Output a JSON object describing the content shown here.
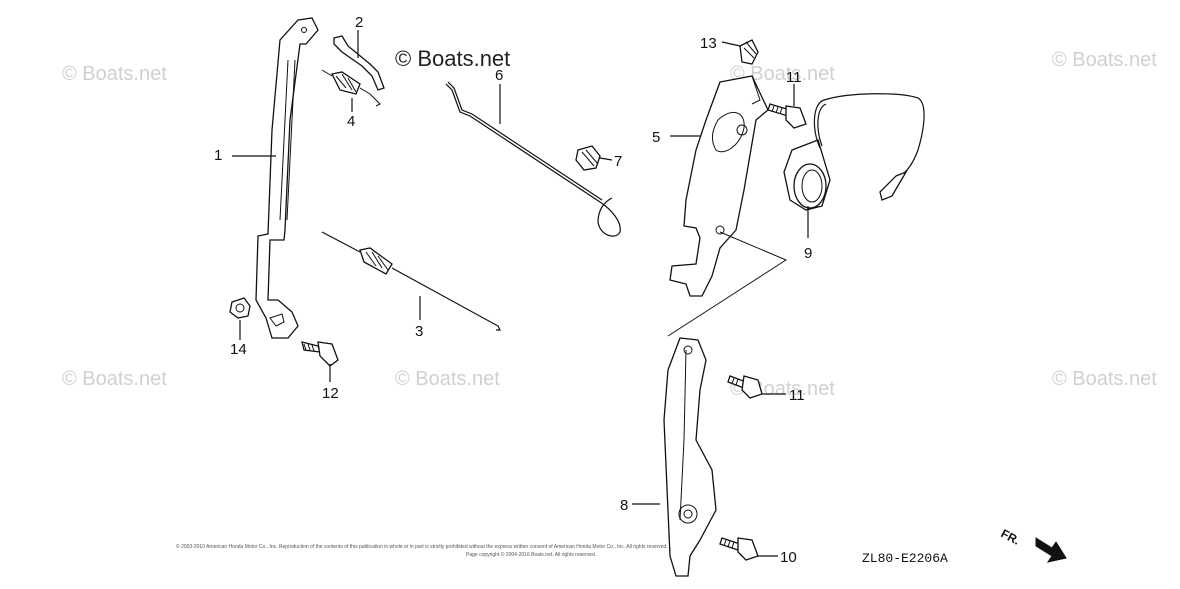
{
  "watermark": {
    "text": "© Boats.net",
    "main_text": "© Boats.net"
  },
  "callouts": [
    {
      "id": "1",
      "label": "1"
    },
    {
      "id": "2",
      "label": "2"
    },
    {
      "id": "3",
      "label": "3"
    },
    {
      "id": "4",
      "label": "4"
    },
    {
      "id": "5",
      "label": "5"
    },
    {
      "id": "6",
      "label": "6"
    },
    {
      "id": "7",
      "label": "7"
    },
    {
      "id": "8",
      "label": "8"
    },
    {
      "id": "9",
      "label": "9"
    },
    {
      "id": "10",
      "label": "10"
    },
    {
      "id": "11a",
      "label": "11"
    },
    {
      "id": "11b",
      "label": "11"
    },
    {
      "id": "12",
      "label": "12"
    },
    {
      "id": "13",
      "label": "13"
    },
    {
      "id": "14",
      "label": "14"
    }
  ],
  "diagram_code": "ZL80-E2206A",
  "direction_label": "FR.",
  "copyright_line1": "© 2003-2010 American Honda Motor Co., Inc. Reproduction of the contents of this publication in whole or in part is strictly prohibited without the express written consent of American Honda Motor Co., Inc. All rights reserved.",
  "copyright_line2": "Page copyright © 2004-2016 Boats.net. All rights reserved."
}
